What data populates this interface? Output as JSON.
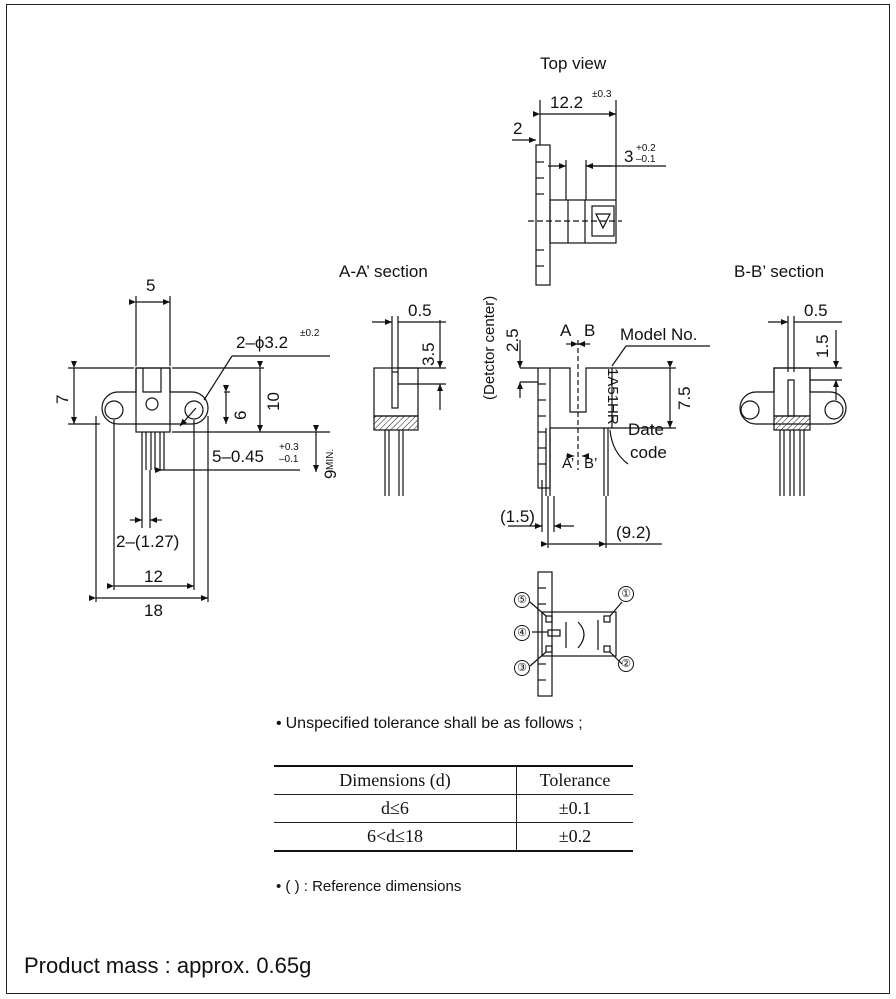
{
  "views": {
    "top_view_title": "Top view",
    "aa_section_title": "A-A’ section",
    "bb_section_title": "B-B’ section"
  },
  "dims": {
    "top_width": "12.2",
    "top_width_tol": "±0.3",
    "top_left": "2",
    "top_slot": "3",
    "top_slot_tol_plus": "+0.2",
    "top_slot_tol_minus": "–0.1",
    "front_5": "5",
    "front_7": "7",
    "front_6": "6",
    "front_10": "10",
    "holes": "2–ϕ3.2",
    "holes_tol": "±0.2",
    "pins": "5–0.45",
    "pins_tol_plus": "+0.3",
    "pins_tol_minus": "–0.1",
    "lead_min": "9",
    "lead_min_sup": "MIN.",
    "pitch": "2–(1.27)",
    "span_12": "12",
    "span_18": "18",
    "aa_05": "0.5",
    "aa_35": "3.5",
    "detector_center": "(Detctor center)",
    "side_25": "2.5",
    "side_A": "A",
    "side_B": "B",
    "side_Aprime": "A’",
    "side_Bprime": "B’",
    "model_no": "Model No.",
    "model_code": "1A51HR",
    "side_75": "7.5",
    "date_code_1": "Date",
    "date_code_2": "code",
    "side_15": "(1.5)",
    "side_92": "(9.2)",
    "bb_05": "0.5",
    "bb_15": "1.5"
  },
  "pins": [
    "①",
    "②",
    "③",
    "④",
    "⑤"
  ],
  "note": {
    "bullet": "•",
    "text": "Unspecified tolerance shall be as follows ;"
  },
  "table": {
    "headers": [
      "Dimensions (d)",
      "Tolerance"
    ],
    "rows": [
      [
        "d≤6",
        "±0.1"
      ],
      [
        "6<d≤18",
        "±0.2"
      ]
    ]
  },
  "ref_note": "• ( ) : Reference dimensions",
  "product_mass": "Product mass : approx. 0.65g"
}
